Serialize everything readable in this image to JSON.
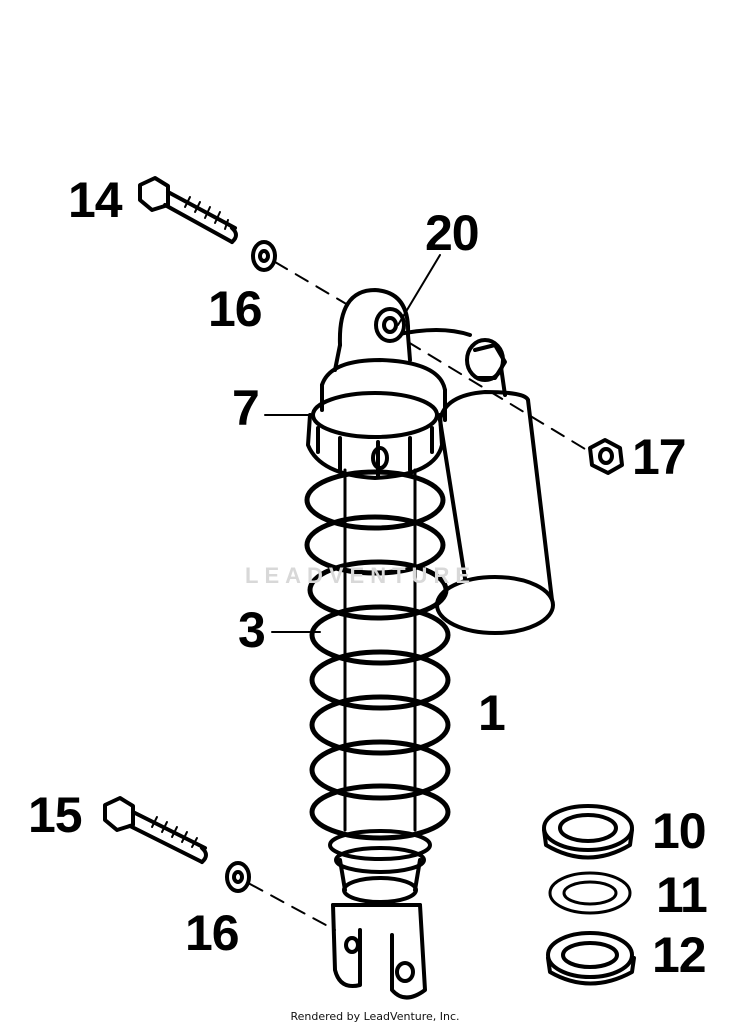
{
  "callouts": {
    "c14": "14",
    "c16a": "16",
    "c20": "20",
    "c7": "7",
    "c17": "17",
    "c3": "3",
    "c1": "1",
    "c15": "15",
    "c16b": "16",
    "c10": "10",
    "c11": "11",
    "c12": "12"
  },
  "watermark": "LEADVENTURE",
  "footer": "Rendered by LeadVenture, Inc."
}
